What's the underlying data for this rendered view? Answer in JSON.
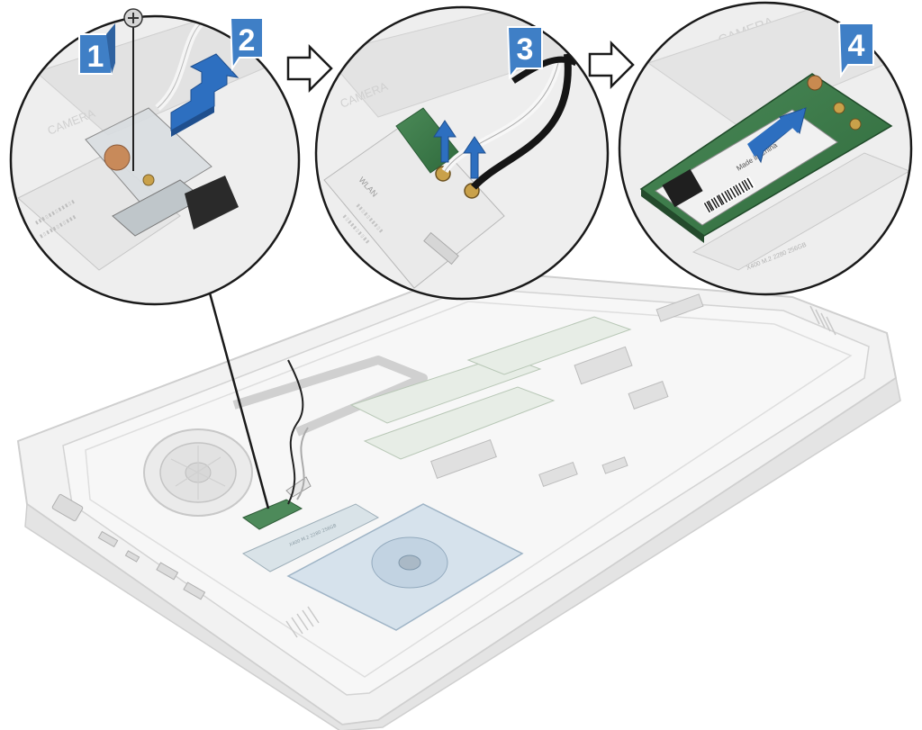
{
  "steps": [
    {
      "number": "1"
    },
    {
      "number": "2"
    },
    {
      "number": "3"
    },
    {
      "number": "4"
    }
  ],
  "colors": {
    "badge_fill": "#3f7fc6",
    "badge_text": "#ffffff",
    "action_arrow": "#2d6fc0",
    "outline": "#1a1a1a",
    "laptop_body": "#efefef",
    "card_green": "#3c7a4a",
    "cable_white": "#f4f4f4",
    "cable_black": "#151515"
  },
  "flow_arrows": [
    "flow-arrow-1-icon",
    "flow-arrow-2-icon"
  ],
  "labels": {
    "camera": "CAMERA",
    "wlan": "WLAN",
    "made_in": "Made in China",
    "ssd": "X400 M.2 2280 256GB"
  }
}
